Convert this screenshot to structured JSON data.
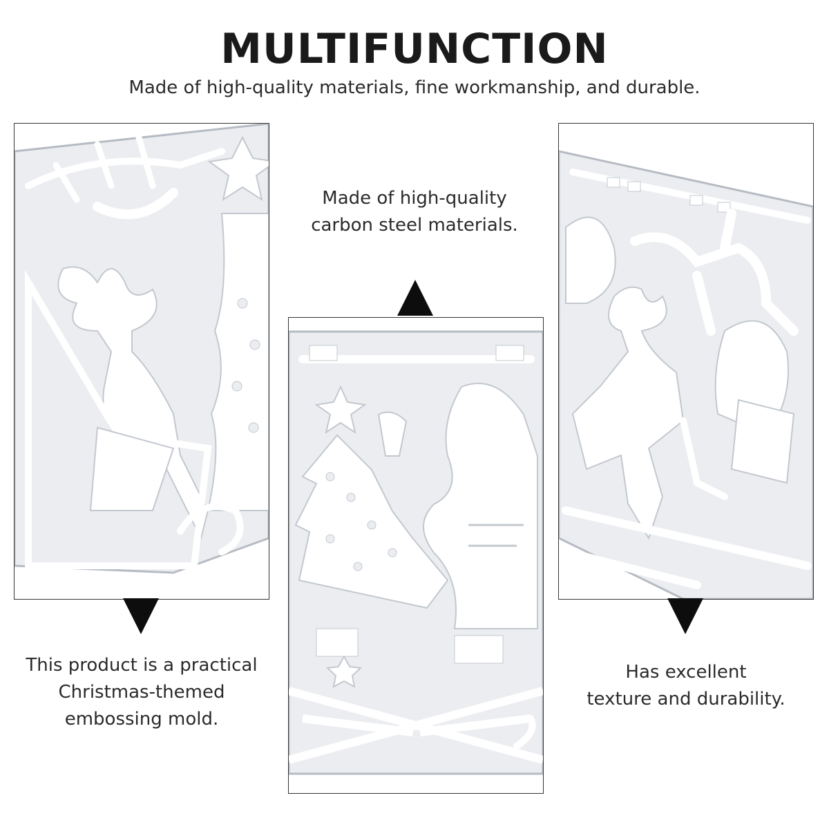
{
  "header": {
    "title": "MULTIFUNCTION",
    "subtitle": "Made of high-quality materials, fine workmanship, and durable."
  },
  "features": [
    {
      "text_line1": "This product is a practical",
      "text_line2": "Christmas-themed",
      "text_line3": "embossing mold."
    },
    {
      "text_line1": "Made of high-quality",
      "text_line2": "carbon steel materials."
    },
    {
      "text_line1": "Has excellent",
      "text_line2": "texture and durability."
    }
  ],
  "colors": {
    "metal": "#e9ebee",
    "metal_edge": "#b9bec6",
    "arrow": "#0d0d0d"
  }
}
